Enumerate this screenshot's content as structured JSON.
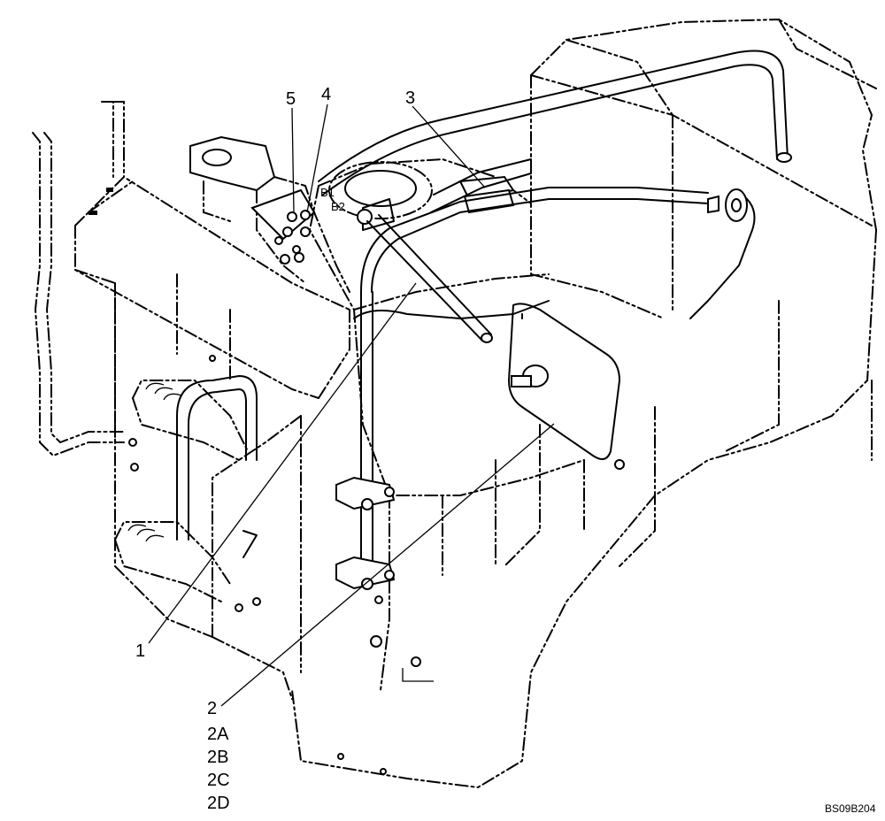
{
  "callouts": {
    "c1": "1",
    "c2": "2",
    "c2a": "2A",
    "c2b": "2B",
    "c2c": "2C",
    "c2d": "2D",
    "c3": "3",
    "c4": "4",
    "c5": "5"
  },
  "port_labels": {
    "b1": "B1",
    "b2": "B2"
  },
  "drawing_code": "BS09B204"
}
